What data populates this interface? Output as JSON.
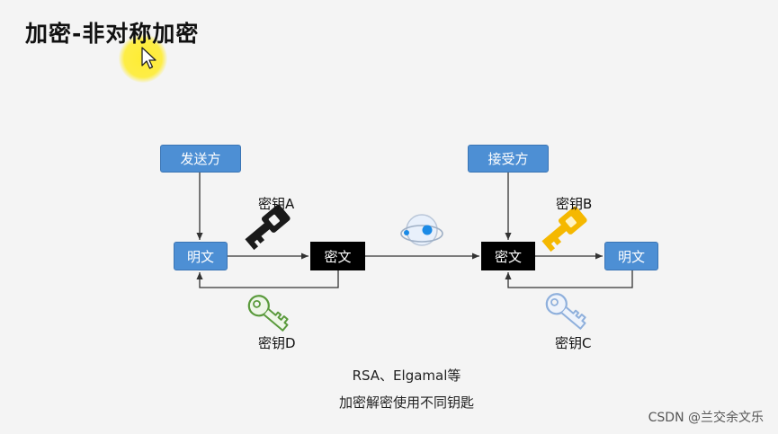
{
  "title": "加密-非对称加密",
  "nodes": {
    "sender": "发送方",
    "receiver": "接受方",
    "plaintext_left": "明文",
    "ciphertext_left": "密文",
    "ciphertext_right": "密文",
    "plaintext_right": "明文"
  },
  "keys": {
    "key_a": {
      "label": "密钥A",
      "color": "#1a1a1a"
    },
    "key_d": {
      "label": "密钥D",
      "color": "#5a9a3c"
    },
    "key_b": {
      "label": "密钥B",
      "color": "#f5b800"
    },
    "key_c": {
      "label": "密钥C",
      "color": "#8fb0dc"
    }
  },
  "icons": {
    "network_icon": "network-globe-icon",
    "cursor": "mouse-pointer-icon"
  },
  "colors": {
    "blue_box": "#4d8fd4",
    "black_box": "#000000"
  },
  "caption": {
    "line1": "RSA、Elgamal等",
    "line2": "加密解密使用不同钥匙"
  },
  "watermark": "CSDN @兰交余文乐"
}
